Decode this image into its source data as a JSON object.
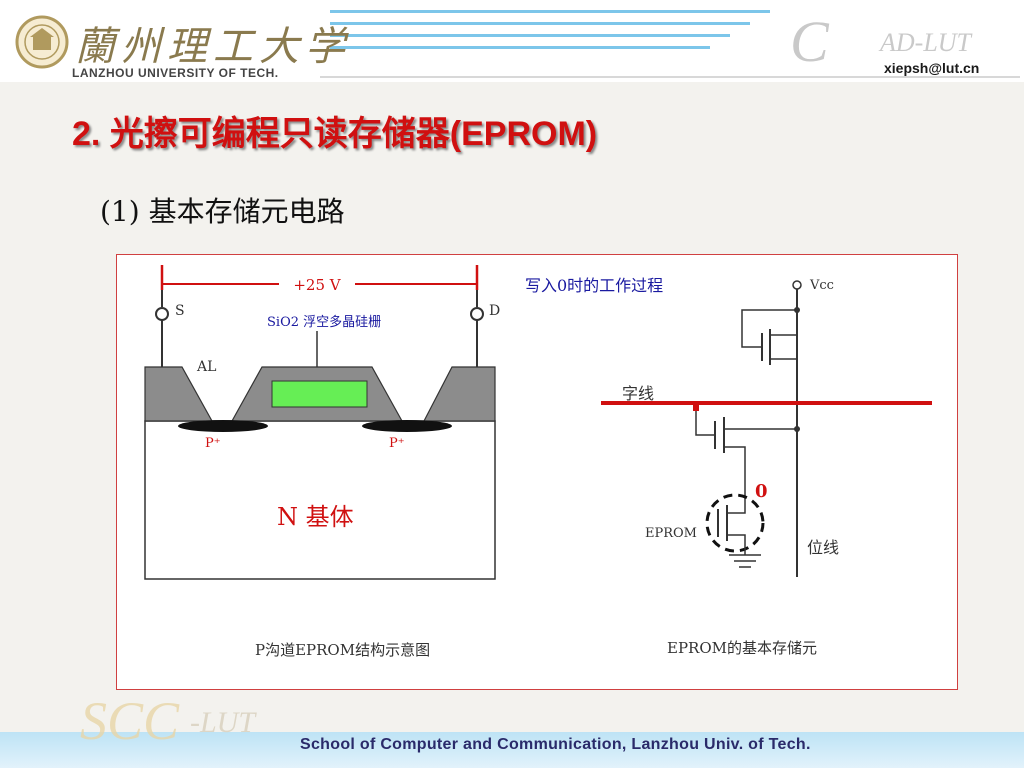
{
  "header": {
    "university_cn": "蘭州理工大学",
    "university_en": "LANZHOU UNIVERSITY OF TECH.",
    "cad_logo": "C",
    "cad_logo2": "AD-LUT",
    "email": "xiepsh@lut.cn"
  },
  "slide": {
    "title": "2. 光擦可编程只读存储器(EPROM)",
    "subtitle": "(1) 基本存储元电路"
  },
  "left_diagram": {
    "voltage": "+25 V",
    "source": "S",
    "drain": "D",
    "gate_label": "SiO2 浮空多晶硅栅",
    "al_label": "AL",
    "p_left": "P⁺",
    "p_right": "P⁺",
    "substrate": "N 基体",
    "caption": "P沟道EPROM结构示意图"
  },
  "right_diagram": {
    "process_title": "写入0时的工作过程",
    "vcc": "Vcc",
    "word_line": "字线",
    "zero": "0",
    "eprom": "EPROM",
    "bit_line": "位线",
    "caption": "EPROM的基本存储元"
  },
  "footer": {
    "text": "School of Computer and Communication, Lanzhou Univ. of Tech.",
    "logo": "SCC",
    "logo2": "-LUT"
  },
  "colors": {
    "title": "#d01010",
    "word_line": "#d01010",
    "gate_green": "#66ee55",
    "blue_text": "#1a1aa0",
    "frame": "#d04040"
  }
}
